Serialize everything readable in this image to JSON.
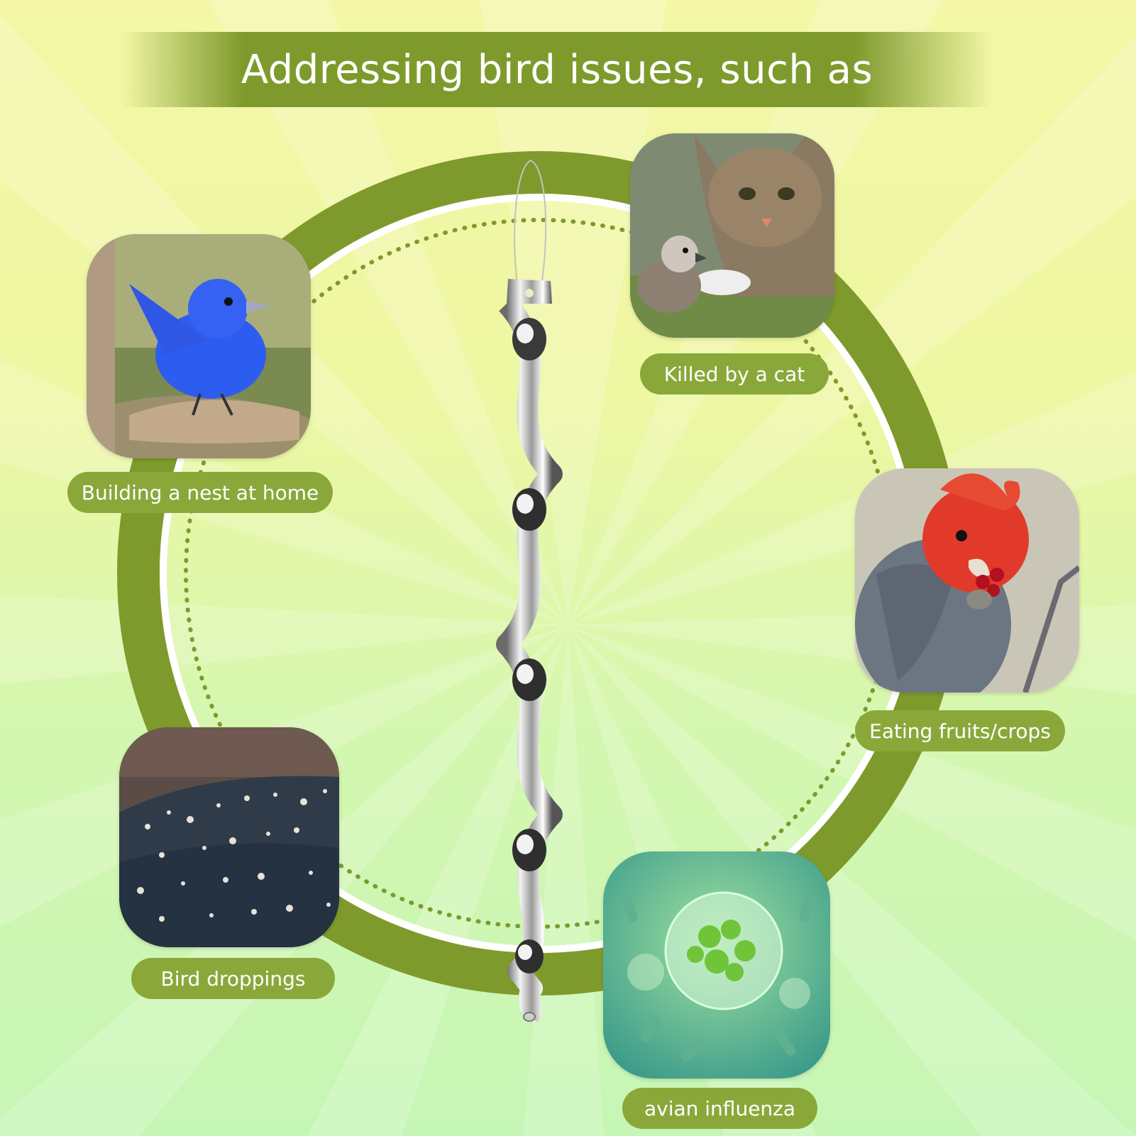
{
  "title": "Addressing bird issues, such as",
  "issues": [
    {
      "label": "Building a nest at home",
      "icon": "blue-bird-nest-photo"
    },
    {
      "label": "Killed by a cat",
      "icon": "cat-and-bird-photo"
    },
    {
      "label": "Eating fruits/crops",
      "icon": "cockatoo-eating-berries-photo"
    },
    {
      "label": "Bird droppings",
      "icon": "car-with-droppings-photo"
    },
    {
      "label": "avian influenza",
      "icon": "virus-microscope-photo"
    }
  ],
  "product": {
    "icon": "reflective-spiral-bird-repellent"
  },
  "colors": {
    "accent": "#7f9a2c",
    "pill": "#8aa83a",
    "ring": "#7f9a2c"
  }
}
